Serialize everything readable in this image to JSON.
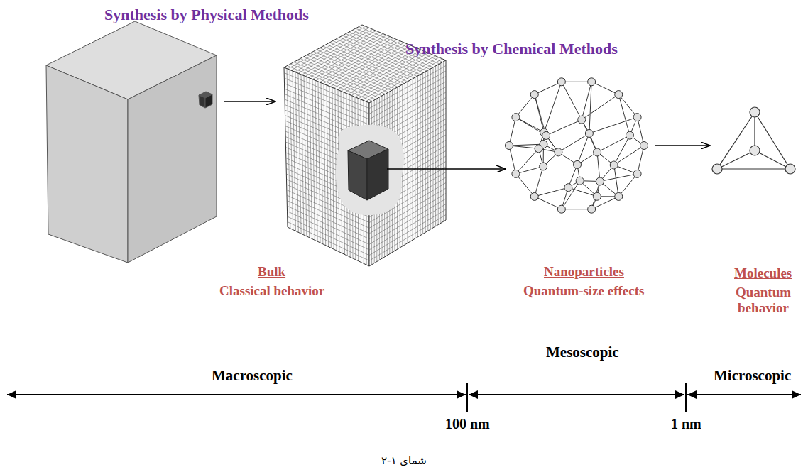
{
  "diagram": {
    "caption": "شمای ۱-۲",
    "labels": [
      "Synthesis by Physical Methods",
      "Synthesis by Chemical Methods",
      "Bulk",
      "Classical behavior",
      "Nanoparticles",
      "Quantum-size effects",
      "Molecules",
      "Quantum behavior",
      "Macroscopic",
      "Mesoscopic",
      "Microscopic",
      "100 nm",
      "1 nm"
    ]
  }
}
